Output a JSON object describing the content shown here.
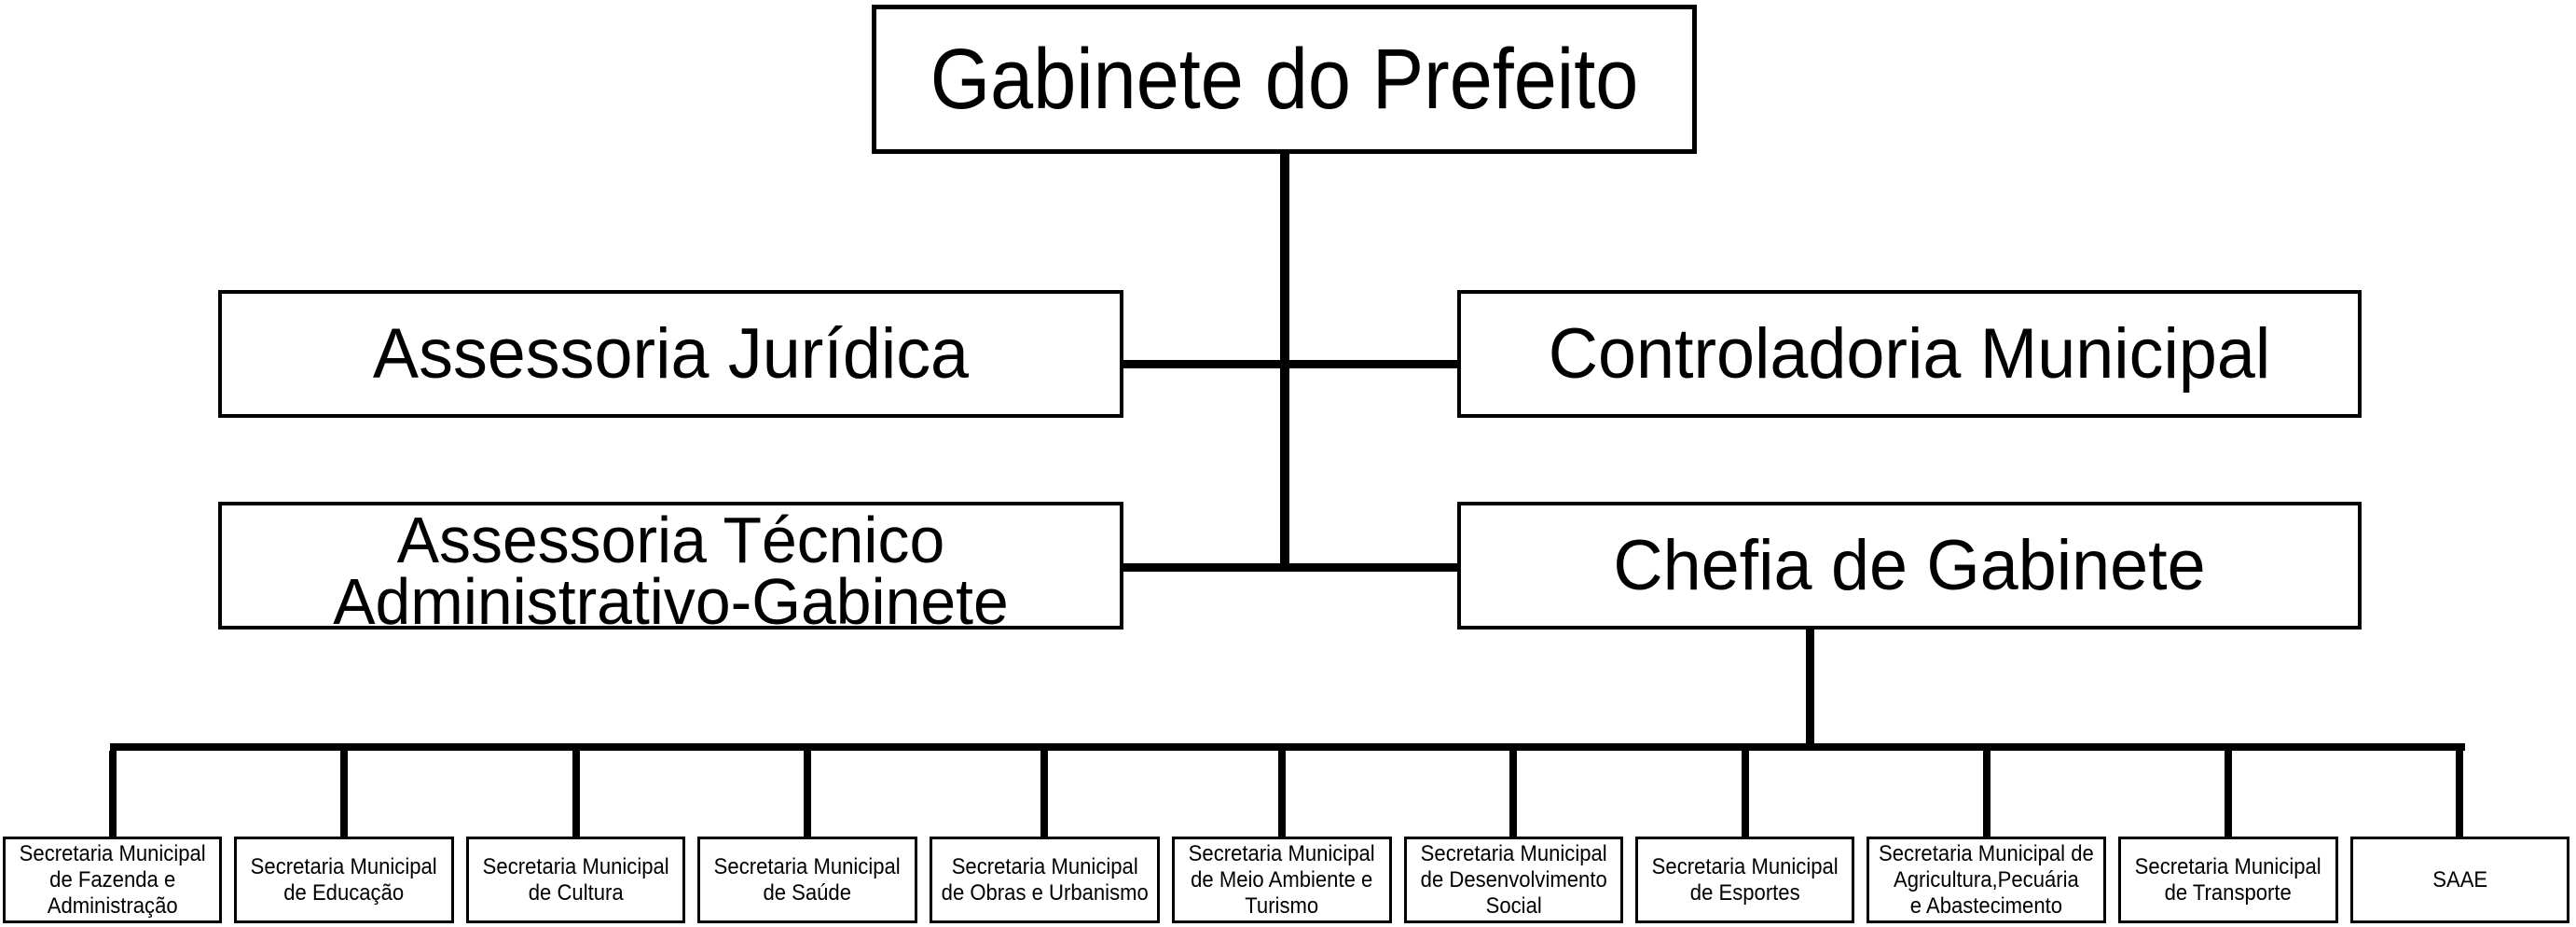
{
  "page": {
    "background_color": "#ffffff",
    "line_color": "#000000",
    "text_color": "#000000"
  },
  "nodes": {
    "root": {
      "label": "Gabinete do Prefeito"
    },
    "assessoria_juridica": {
      "label": "Assessoria Jurídica"
    },
    "controladoria_municipal": {
      "label": "Controladoria Municipal"
    },
    "assessoria_tecnico": {
      "label": "Assessoria Técnico\nAdministrativo-Gabinete"
    },
    "chefia_gabinete": {
      "label": "Chefia de Gabinete"
    }
  },
  "secretariats": [
    {
      "label": "Secretaria Municipal\nde Fazenda e\nAdministração"
    },
    {
      "label": "Secretaria Municipal\nde Educação"
    },
    {
      "label": "Secretaria Municipal\nde Cultura"
    },
    {
      "label": "Secretaria Municipal\nde Saúde"
    },
    {
      "label": "Secretaria Municipal\nde Obras e Urbanismo"
    },
    {
      "label": "Secretaria Municipal\nde Meio Ambiente e\nTurismo"
    },
    {
      "label": "Secretaria Municipal\nde Desenvolvimento\nSocial"
    },
    {
      "label": "Secretaria Municipal\nde Esportes"
    },
    {
      "label": "Secretaria Municipal de\nAgricultura,Pecuária\ne Abastecimento"
    },
    {
      "label": "Secretaria Municipal\nde Transporte"
    },
    {
      "label": "SAAE"
    }
  ]
}
